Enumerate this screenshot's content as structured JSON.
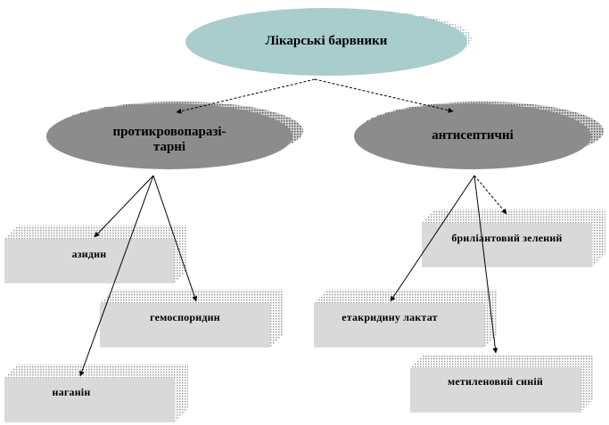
{
  "root": {
    "label": "Лікарські барвники"
  },
  "categories": [
    {
      "label": "протикровопаразитарні",
      "lines": [
        "протикровопаразі-",
        "тарні"
      ]
    },
    {
      "label": "антисептичні"
    }
  ],
  "left_items": [
    {
      "label": "азидин"
    },
    {
      "label": "гемоспоридин"
    },
    {
      "label": "наганін"
    }
  ],
  "right_items": [
    {
      "label": "бриліантовий зелений"
    },
    {
      "label": "етакридину лактат"
    },
    {
      "label": "метиленовий синій"
    }
  ],
  "colors": {
    "root_fill": "#a9cccc",
    "category_fill": "#8c8c8c",
    "box_fill": "#d9d9d9",
    "edge": "#000000"
  }
}
